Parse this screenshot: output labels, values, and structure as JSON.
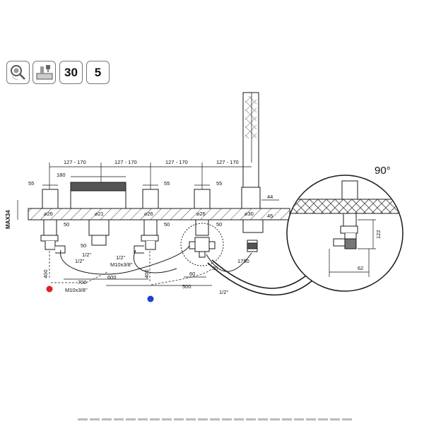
{
  "badges": {
    "pressure": "30",
    "flow": "5"
  },
  "icons": [
    "shower-head-icon",
    "install-icon"
  ],
  "dims": {
    "spacing": "127 - 170",
    "d55": "55",
    "d180": "180",
    "d44": "44",
    "max34": "MAX34",
    "dia26": "⌀26",
    "dia21": "⌀21",
    "dia30": "⌀30",
    "d50": "50",
    "d45": "45",
    "half": "1/2''",
    "m10": "M10x3/8''",
    "d400": "400",
    "d700": "700",
    "d600": "600",
    "d500": "500",
    "d60": "60",
    "d30": "30",
    "d1750": "1750",
    "angle": "90°",
    "d122": "122",
    "d62": "62"
  },
  "colors": {
    "hot": "#e0202a",
    "cold": "#1c3fd6",
    "line": "#1a1a1a"
  }
}
